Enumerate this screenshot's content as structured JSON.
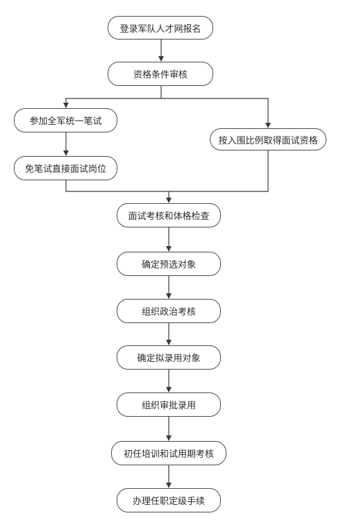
{
  "flowchart": {
    "nodes": {
      "register": "登录军队人才网报名",
      "qualification_review": "资格条件审核",
      "written_exam": "参加全军统一笔试",
      "exempt_exam": "免笔试直接面试岗位",
      "ratio_interview": "按入围比例取得面试资格",
      "interview_physical": "面试考核和体格检查",
      "preselect": "确定预选对象",
      "political_review": "组织政治考核",
      "proposed_hire": "确定拟录用对象",
      "approval_hire": "组织审批录用",
      "training_probation": "初任培训和试用期考核",
      "appointment": "办理任职定级手续"
    }
  }
}
